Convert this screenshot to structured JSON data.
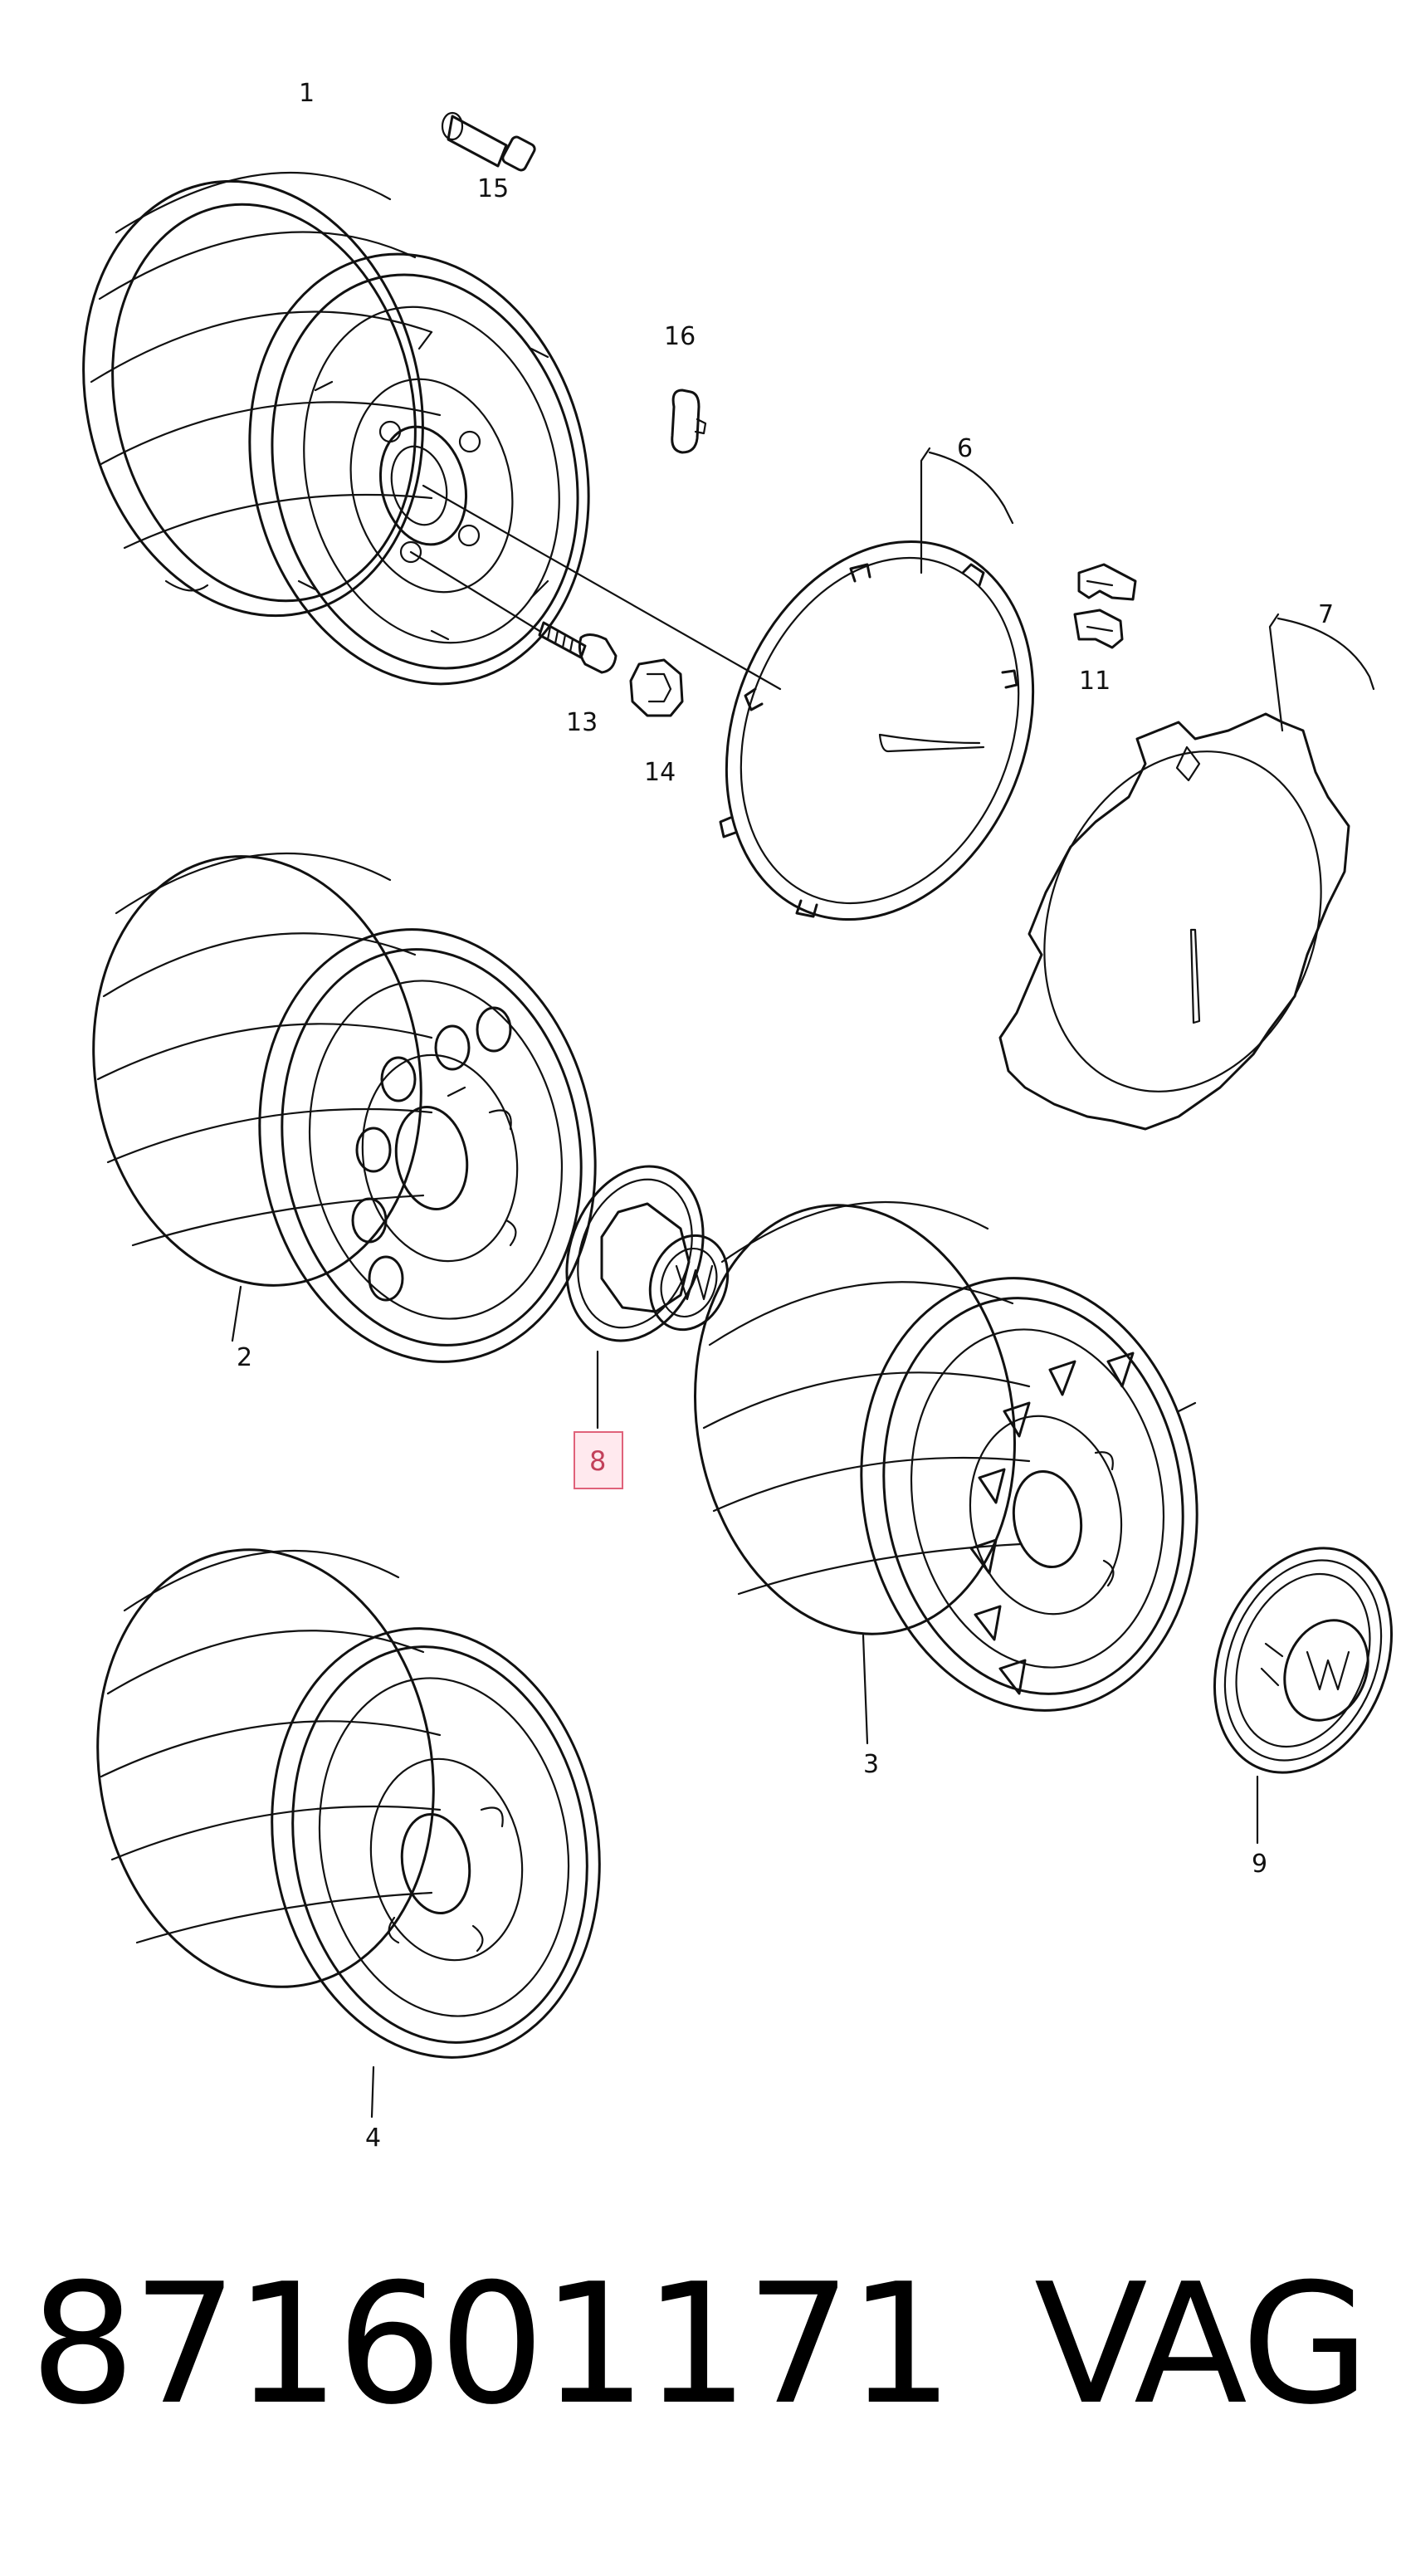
{
  "diagram": {
    "labels": {
      "wheel_1": "1",
      "wheel_2": "2",
      "wheel_3": "3",
      "wheel_4": "4",
      "trim_ring_6": "6",
      "cover_7": "7",
      "hub_cap_8": "8",
      "center_cap_9": "9",
      "clip_11": "11",
      "bolt_13": "13",
      "nut_14": "14",
      "valve_15": "15",
      "weight_16": "16"
    },
    "highlighted_label": "8",
    "colors": {
      "line": "#111111",
      "highlight_fill": "#ffe9ee",
      "highlight_stroke": "#e0627a"
    }
  },
  "footer": {
    "part_number": "871601171",
    "brand": "VAG"
  }
}
